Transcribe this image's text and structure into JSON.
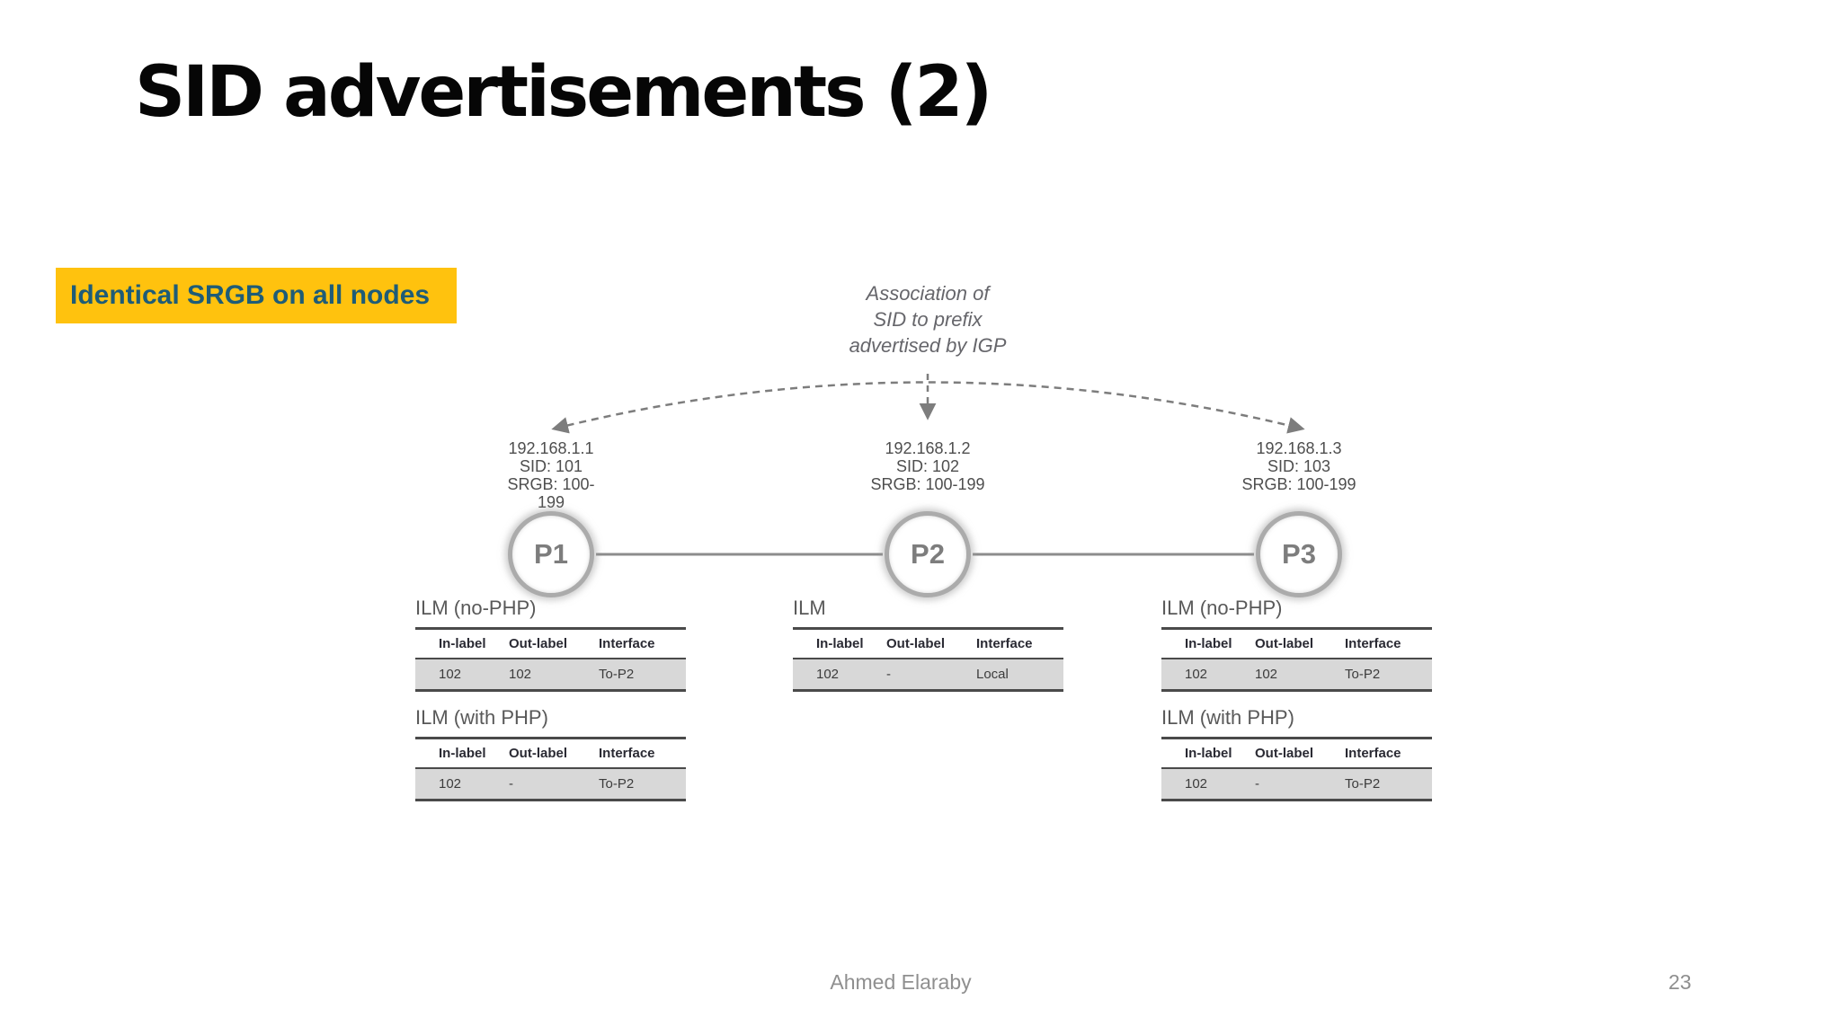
{
  "slide": {
    "title": "SID advertisements (2)",
    "badge": {
      "text": "Identical SRGB on all nodes"
    },
    "footer": {
      "author": "Ahmed Elaraby",
      "page_number": "23"
    }
  },
  "diagram": {
    "annotation": {
      "line1": "Association of",
      "line2": "SID to prefix",
      "line3": "advertised by IGP"
    },
    "nodes": [
      {
        "id": "P1",
        "ip": "192.168.1.1",
        "sid": "SID: 101",
        "srgb_line1": "SRGB: 100-",
        "srgb_line2": "199"
      },
      {
        "id": "P2",
        "ip": "192.168.1.2",
        "sid": "SID: 102",
        "srgb_line1": "SRGB: 100-199",
        "srgb_line2": ""
      },
      {
        "id": "P3",
        "ip": "192.168.1.3",
        "sid": "SID: 103",
        "srgb_line1": "SRGB: 100-199",
        "srgb_line2": ""
      }
    ],
    "tables": [
      {
        "title": "ILM (no-PHP)",
        "headers": [
          "In-label",
          "Out-label",
          "Interface"
        ],
        "rows": [
          [
            "102",
            "102",
            "To-P2"
          ]
        ]
      },
      {
        "title": "ILM (with PHP)",
        "headers": [
          "In-label",
          "Out-label",
          "Interface"
        ],
        "rows": [
          [
            "102",
            "-",
            "To-P2"
          ]
        ]
      },
      {
        "title": "ILM",
        "headers": [
          "In-label",
          "Out-label",
          "Interface"
        ],
        "rows": [
          [
            "102",
            "-",
            "Local"
          ]
        ]
      },
      {
        "title": "ILM (no-PHP)",
        "headers": [
          "In-label",
          "Out-label",
          "Interface"
        ],
        "rows": [
          [
            "102",
            "102",
            "To-P2"
          ]
        ]
      },
      {
        "title": "ILM (with PHP)",
        "headers": [
          "In-label",
          "Out-label",
          "Interface"
        ],
        "rows": [
          [
            "102",
            "-",
            "To-P2"
          ]
        ]
      }
    ]
  },
  "colors": {
    "badge_bg": "#FFC20E",
    "badge_text": "#1E5C77",
    "diagram_gray": "#7d7d7d",
    "table_row_bg": "#d8d8d8",
    "table_border": "#4a4a4a"
  }
}
